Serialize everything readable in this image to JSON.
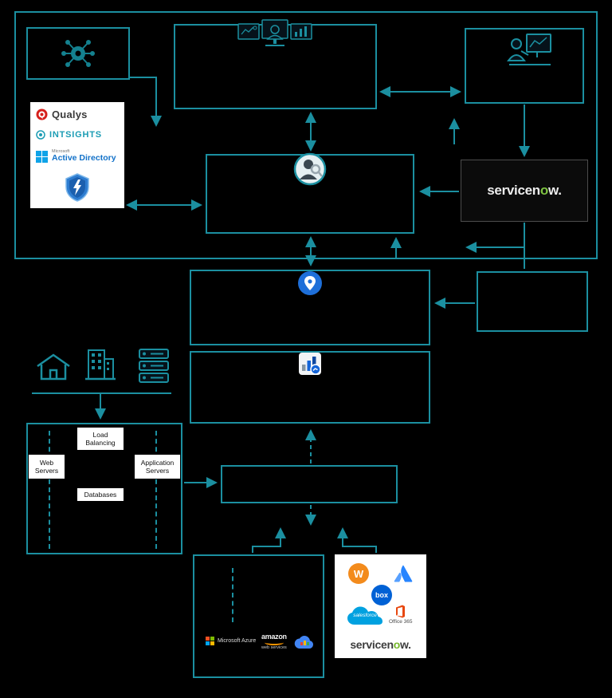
{
  "colors": {
    "background": "#000000",
    "accent_teal": "#1b8fa0",
    "servicenow_green": "#7ec242",
    "box_blue": "#0061d5",
    "workday_orange": "#f38b1c",
    "salesforce_blue": "#00a1e0",
    "office_red": "#e8470f"
  },
  "security_stack": {
    "qualys": "Qualys",
    "intsights": "INTSIGHTS",
    "microsoft": "Microsoft",
    "active_directory": "Active Directory"
  },
  "servicenow_top": {
    "pre": "servicen",
    "mid": "o",
    "post": "w."
  },
  "infrastructure": {
    "load_balancing": "Load Balancing",
    "web_servers": "Web Servers",
    "application_servers": "Application Servers",
    "databases": "Databases"
  },
  "cloud_providers": {
    "azure": "Microsoft Azure",
    "aws_line1": "amazon",
    "aws_line2": "web services"
  },
  "saas_apps": {
    "workday_initial": "W",
    "box": "box",
    "salesforce": "salesforce",
    "office": "Office 365",
    "servicenow": {
      "pre": "servicen",
      "mid": "o",
      "post": "w."
    }
  },
  "icons": {
    "hub": "network-hub-icon",
    "soc": "soc-monitoring-icon",
    "analyst": "analyst-desk-icon",
    "investigator": "investigator-icon",
    "qualys": "qualys-icon",
    "intsights": "intsights-icon",
    "windows": "windows-flag-icon",
    "shield": "defender-shield-icon",
    "cloud_pin": "cloud-pin-logo-icon",
    "analytics": "analytics-logo-icon",
    "home": "home-icon",
    "building": "building-icon",
    "servers": "server-rack-icon",
    "microsoft_squares": "microsoft-squares-icon",
    "google_cloud": "google-cloud-icon",
    "atlassian": "atlassian-icon",
    "salesforce_cloud": "salesforce-cloud-icon",
    "office365": "office-365-icon"
  }
}
